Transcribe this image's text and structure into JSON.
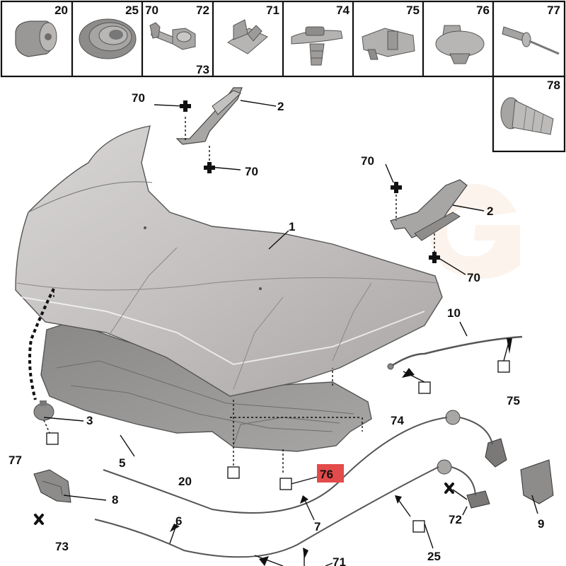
{
  "header_cells": [
    {
      "label": "20",
      "icon": "cap-nut-icon"
    },
    {
      "label": "25",
      "icon": "grommet-icon"
    },
    {
      "label": "70",
      "label2": "72",
      "label3": "73",
      "icon": "bolt-icon"
    },
    {
      "label": "71",
      "icon": "clip-nut-icon"
    },
    {
      "label": "74",
      "icon": "fir-tree-clip-icon"
    },
    {
      "label": "75",
      "icon": "rod-clip-icon"
    },
    {
      "label": "76",
      "icon": "push-rivet-icon"
    },
    {
      "label": "77",
      "icon": "blind-rivet-icon"
    },
    {
      "label": "78",
      "icon": "screw-grommet-icon"
    }
  ],
  "callouts": {
    "c1": "1",
    "c2a": "2",
    "c2b": "2",
    "c3": "3",
    "c5": "5",
    "c6": "6",
    "c7": "7",
    "c8": "8",
    "c9": "9",
    "c10": "10",
    "c20": "20",
    "c25": "25",
    "c70a": "70",
    "c70b": "70",
    "c70c": "70",
    "c70d": "70",
    "c71": "71",
    "c72": "72",
    "c73": "73",
    "c74": "74",
    "c75": "75",
    "c76": "76",
    "c77": "77"
  },
  "colors": {
    "highlight": "#e34a4a",
    "hood": "#c4c1c0",
    "liner": "#8f8d8c",
    "line": "#222222"
  }
}
